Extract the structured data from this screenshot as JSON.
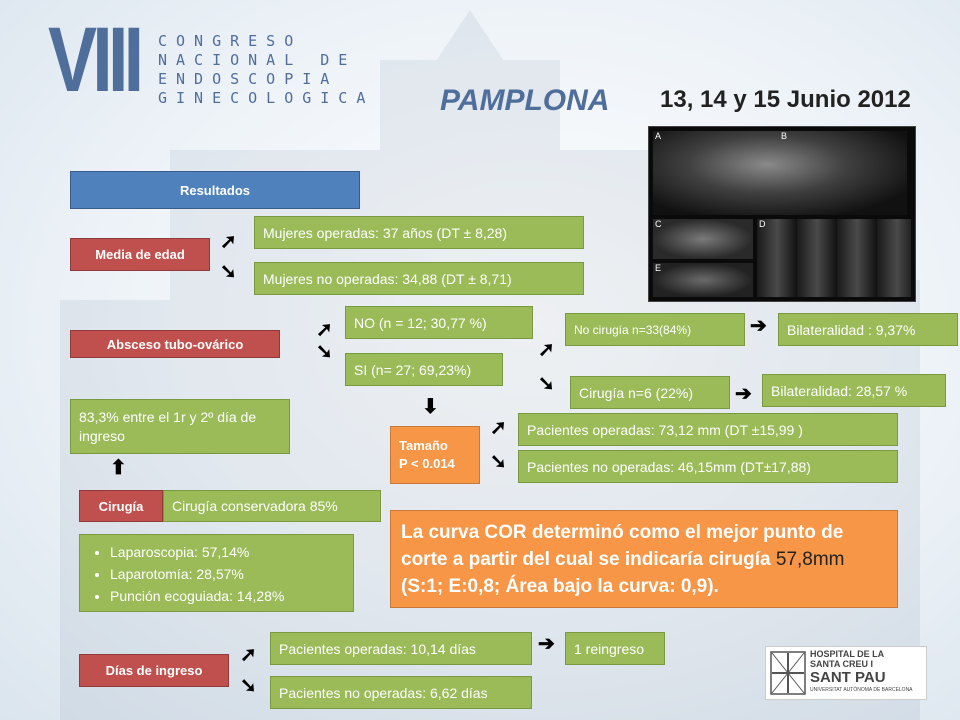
{
  "header": {
    "numeral": "VIII",
    "congress_lines": [
      "CONGRESO",
      "NACIONAL DE",
      "ENDOSCOPIA",
      "GINECOLOGICA"
    ],
    "city": "PAMPLONA",
    "dates": "13, 14 y 15 Junio 2012"
  },
  "resultados": "Resultados",
  "edad": {
    "label": "Media de edad",
    "operadas": "Mujeres operadas: 37 años (DT ± 8,28)",
    "no_operadas": "Mujeres no operadas: 34,88 (DT ± 8,71)"
  },
  "absceso": {
    "label": "Absceso tubo-ovárico",
    "no": "NO (n = 12; 30,77 %)",
    "si": "SI (n= 27; 69,23%)",
    "no_cirugia": "No cirugía n=33(84%)",
    "bilateral_1": "Bilateralidad : 9,37%",
    "cirugia": "Cirugía n=6 (22%)",
    "bilateral_2": "Bilateralidad: 28,57 %"
  },
  "ingreso_temprano": "83,3% entre el 1r y 2º día de ingreso",
  "tamano": {
    "line1": "Tamaño",
    "line2": "P < 0.014",
    "operadas": "Pacientes operadas: 73,12 mm (DT ±15,99 )",
    "no_operadas": "Pacientes no operadas: 46,15mm (DT±17,88)"
  },
  "cirugia": {
    "label": "Cirugía",
    "conservadora": "Cirugía conservadora 85%",
    "tecnicas": [
      "Laparoscopia: 57,14%",
      "Laparotomía: 28,57%",
      "Punción ecoguiada: 14,28%"
    ]
  },
  "cor": {
    "part1": "La curva COR determinó como el mejor punto de corte a partir del cual se indicaría cirugía ",
    "value": "57,8mm",
    "part2": " (S:1; E:0,8; Área bajo la curva: 0,9)."
  },
  "dias": {
    "label": "Días de ingreso",
    "operadas": "Pacientes operadas: 10,14 días",
    "reingreso": "1 reingreso",
    "no_operadas": "Pacientes no operadas: 6,62 días"
  },
  "logo": {
    "line1": "HOSPITAL DE LA",
    "line2": "SANTA CREU I",
    "line3": "SANT PAU",
    "line4": "UNIVERSITAT AUTÒNOMA DE BARCELONA"
  },
  "ultrasound_labels": [
    "A",
    "B",
    "C",
    "D",
    "E"
  ],
  "colors": {
    "red_box": "#c0504d",
    "green_box": "#9bbb59",
    "blue_box": "#4f81bd",
    "orange_box": "#f79646",
    "title_blue": "#4f6e9c"
  }
}
